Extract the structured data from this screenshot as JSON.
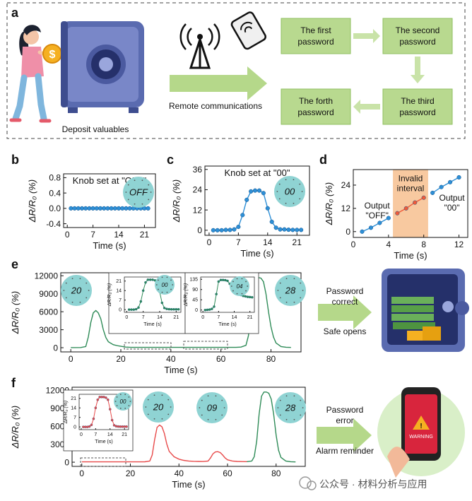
{
  "panel_labels": {
    "a": "a",
    "b": "b",
    "c": "c",
    "d": "d",
    "e": "e",
    "f": "f"
  },
  "panel_a": {
    "caption_deposit": "Deposit valuables",
    "caption_remote": "Remote communications",
    "coin_symbol": "$",
    "steps": [
      {
        "line1": "The first",
        "line2": "password"
      },
      {
        "line1": "The second",
        "line2": "password"
      },
      {
        "line1": "The third",
        "line2": "password"
      },
      {
        "line1": "The forth",
        "line2": "password"
      }
    ],
    "colors": {
      "step_fill": "#b8d98f",
      "arrow": "#b5d88a",
      "safe": "#6b7bbf",
      "border": "#444444"
    }
  },
  "ylabel_text": "ΔR/R₀ (%)",
  "xlabel_text": "Time (s)",
  "knob_readouts": {
    "c": "00",
    "d_left": "OFF",
    "d_right": "00",
    "e1": "20",
    "e2": "00",
    "e3": "04",
    "e4": "28",
    "f1": "00",
    "f2": "20",
    "f3": "09",
    "f4": "28"
  },
  "panel_e": {
    "label_top": "Password",
    "label_mid": "correct",
    "label_bottom": "Safe opens"
  },
  "panel_f": {
    "label_top": "Password",
    "label_mid": "error",
    "label_bottom": "Alarm reminder",
    "warning": "WARNING"
  },
  "watermark": "公众号 · 材料分析与应用",
  "chart_data": [
    {
      "id": "b",
      "type": "scatter",
      "title": "Knob set at \"OFF\"",
      "xlabel": "Time (s)",
      "ylabel": "ΔR/R₀ (%)",
      "xlim": [
        -1,
        24
      ],
      "ylim": [
        -0.5,
        0.9
      ],
      "xticks": [
        0,
        7,
        14,
        21
      ],
      "yticks": [
        -0.4,
        0.0,
        0.4,
        0.8
      ],
      "ytick_labels": [
        "-0.4",
        "0.0",
        "0.4",
        "0.8"
      ],
      "color": "#2e8fd6",
      "series": [
        {
          "x": [
            1,
            2,
            3,
            4,
            5,
            6,
            7,
            8,
            9,
            10,
            11,
            12,
            13,
            14,
            15,
            16,
            17,
            18,
            19,
            20,
            21,
            22
          ],
          "y": [
            0,
            0,
            0,
            0,
            0,
            0,
            0,
            0,
            0,
            0,
            0,
            0,
            0,
            0,
            0,
            0,
            0,
            0,
            0,
            0,
            0,
            0
          ]
        }
      ]
    },
    {
      "id": "c",
      "type": "line",
      "title": "Knob set at \"00\"",
      "xlabel": "Time (s)",
      "ylabel": "ΔR/R₀ (%)",
      "xlim": [
        -1,
        24
      ],
      "ylim": [
        -3,
        38
      ],
      "xticks": [
        0,
        7,
        14,
        21
      ],
      "yticks": [
        0,
        12,
        24,
        36
      ],
      "ytick_labels": [
        "0",
        "12",
        "24",
        "36"
      ],
      "color": "#2e8fd6",
      "series": [
        {
          "x": [
            1,
            2,
            3,
            4,
            5,
            6,
            7,
            8,
            9,
            10,
            11,
            12,
            13,
            14,
            15,
            16,
            17,
            18,
            19,
            20,
            21,
            22
          ],
          "y": [
            0,
            0,
            0,
            0.2,
            0.2,
            0.5,
            2,
            9,
            18,
            23,
            23.5,
            23.5,
            22,
            13,
            5,
            1.5,
            0.5,
            0.5,
            0.3,
            0.2,
            0.2,
            0.2
          ]
        }
      ]
    },
    {
      "id": "d",
      "type": "line",
      "xlabel": "Time (s)",
      "ylabel": "ΔR/R₀ (%)",
      "xlim": [
        0,
        13
      ],
      "ylim": [
        -3,
        32
      ],
      "xticks": [
        0,
        4,
        8,
        12
      ],
      "yticks": [
        0,
        12,
        24
      ],
      "ytick_labels": [
        "0",
        "12",
        "24"
      ],
      "shade": {
        "x0": 4.5,
        "x1": 8.5,
        "color": "#f8c9a0"
      },
      "annotations": [
        {
          "lines": [
            "Output",
            "\"OFF\""
          ],
          "x": 2.7,
          "y": 12
        },
        {
          "lines": [
            "Invalid",
            "interval"
          ],
          "x": 6.5,
          "y": 26
        },
        {
          "lines": [
            "Output",
            "\"00\""
          ],
          "x": 11.2,
          "y": 16
        }
      ],
      "series": [
        {
          "x": [
            1,
            2,
            3,
            4
          ],
          "y": [
            0,
            2,
            4.5,
            7
          ],
          "color": "#2e8fd6"
        },
        {
          "x": [
            5,
            6,
            7,
            8
          ],
          "y": [
            9.5,
            12,
            15,
            17.5
          ],
          "color": "#f05a3a"
        },
        {
          "x": [
            9,
            10,
            11,
            12
          ],
          "y": [
            20,
            23,
            25.5,
            28
          ],
          "color": "#2e8fd6"
        }
      ]
    },
    {
      "id": "e",
      "type": "line",
      "xlabel": "Time (s)",
      "ylabel": "ΔR/R₀ (%)",
      "xlim": [
        -4,
        92
      ],
      "ylim": [
        -700,
        12500
      ],
      "xticks": [
        0,
        20,
        40,
        60,
        80
      ],
      "yticks": [
        0,
        3000,
        6000,
        9000,
        12000
      ],
      "ytick_labels": [
        "0",
        "3000",
        "6000",
        "9000",
        "12000"
      ],
      "series": [
        {
          "color": "#2e8b57",
          "x": [
            0,
            4,
            6,
            7,
            8,
            9,
            10,
            11,
            12,
            13,
            14,
            15,
            17,
            19,
            22,
            24,
            26,
            28,
            30,
            32,
            34,
            36,
            38,
            40,
            42,
            44,
            46,
            48,
            50,
            52,
            54,
            56,
            58,
            60,
            62,
            64,
            66,
            68,
            70,
            71,
            72,
            73,
            74,
            75,
            76,
            77,
            78,
            79,
            80,
            81,
            82,
            84,
            86,
            88
          ],
          "y": [
            20,
            30,
            200,
            1800,
            4200,
            5800,
            6200,
            5800,
            4800,
            3000,
            1700,
            1000,
            500,
            300,
            100,
            60,
            50,
            50,
            55,
            60,
            60,
            55,
            50,
            50,
            50,
            55,
            60,
            60,
            55,
            50,
            50,
            50,
            50,
            50,
            50,
            50,
            60,
            100,
            400,
            2000,
            6000,
            10500,
            11600,
            11700,
            11600,
            11000,
            9000,
            6000,
            3500,
            1800,
            800,
            200,
            80,
            40
          ]
        }
      ]
    },
    {
      "id": "e_inset1",
      "type": "line",
      "xlabel": "Time (s)",
      "ylabel": "ΔR/R₀ (%)",
      "xlim": [
        -1,
        23
      ],
      "ylim": [
        -2,
        24
      ],
      "xticks": [
        0,
        7,
        14,
        21
      ],
      "yticks": [
        0,
        7,
        14,
        21
      ],
      "ytick_labels": [
        "0",
        "7",
        "14",
        "21"
      ],
      "series": [
        {
          "color": "#2e8b57",
          "x": [
            1,
            2,
            3,
            4,
            5,
            6,
            7,
            8,
            9,
            10,
            11,
            12,
            13,
            14,
            15,
            16,
            17,
            18,
            19,
            20,
            21,
            22
          ],
          "y": [
            0,
            0,
            0,
            0.3,
            1.5,
            6,
            14,
            20,
            22,
            22,
            22,
            21.5,
            20,
            13,
            5,
            1.2,
            0.5,
            0.3,
            0.2,
            0.2,
            0.2,
            0.2
          ]
        }
      ]
    },
    {
      "id": "e_inset2",
      "type": "line",
      "xlabel": "Time (s)",
      "ylabel": "ΔR/R₀ (%)",
      "xlim": [
        -1,
        23
      ],
      "ylim": [
        -10,
        145
      ],
      "xticks": [
        0,
        7,
        14,
        21
      ],
      "yticks": [
        0,
        45,
        90,
        135
      ],
      "ytick_labels": [
        "0",
        "45",
        "90",
        "135"
      ],
      "series": [
        {
          "color": "#2e8b57",
          "x": [
            1,
            2,
            3,
            4,
            5,
            6,
            7,
            8,
            9,
            10,
            11,
            12,
            13,
            14,
            15,
            16,
            17,
            18,
            19,
            20,
            21,
            22
          ],
          "y": [
            0,
            1,
            2,
            5,
            15,
            70,
            125,
            132,
            132,
            131,
            128,
            115,
            100,
            90,
            80,
            72,
            66,
            62,
            60,
            58,
            57,
            56
          ]
        }
      ]
    },
    {
      "id": "f",
      "type": "line",
      "xlabel": "Time (s)",
      "ylabel": "ΔR/R₀ (%)",
      "xlim": [
        -4,
        92
      ],
      "ylim": [
        -700,
        12500
      ],
      "xticks": [
        0,
        20,
        40,
        60,
        80
      ],
      "yticks": [
        0,
        3000,
        6000,
        9000,
        12000
      ],
      "ytick_labels": [
        "0",
        "3000",
        "6000",
        "9000",
        "12000"
      ],
      "series": [
        {
          "color": "#e84a4a",
          "x": [
            0,
            5,
            10,
            15,
            20,
            24,
            26,
            28,
            29,
            30,
            31,
            32,
            33,
            34,
            35,
            36,
            38,
            40,
            42,
            44,
            46,
            48,
            50,
            52,
            53,
            54,
            55,
            56,
            57,
            58,
            59,
            60,
            62,
            64,
            66,
            68
          ],
          "y": [
            60,
            60,
            60,
            60,
            60,
            60,
            70,
            200,
            1200,
            3800,
            5800,
            6200,
            5900,
            4800,
            3000,
            1800,
            900,
            500,
            300,
            200,
            150,
            120,
            110,
            200,
            700,
            1400,
            1700,
            1750,
            1600,
            1200,
            700,
            400,
            200,
            120,
            100,
            90
          ]
        },
        {
          "color": "#2e8b57",
          "x": [
            68,
            70,
            71,
            72,
            73,
            74,
            75,
            76,
            77,
            78,
            79,
            80,
            81,
            82,
            84,
            86,
            88
          ],
          "y": [
            90,
            200,
            900,
            3500,
            8000,
            11000,
            11700,
            11700,
            11500,
            10500,
            8000,
            4500,
            2000,
            800,
            200,
            80,
            40
          ]
        }
      ]
    },
    {
      "id": "f_inset",
      "type": "line",
      "xlabel": "Time (s)",
      "ylabel": "ΔR/R₀ (%)",
      "xlim": [
        -1,
        23
      ],
      "ylim": [
        -2,
        24
      ],
      "xticks": [
        0,
        7,
        14,
        21
      ],
      "yticks": [
        0,
        7,
        14,
        21
      ],
      "ytick_labels": [
        "0",
        "7",
        "14",
        "21"
      ],
      "series": [
        {
          "color": "#e84a4a",
          "x": [
            1,
            2,
            3,
            4,
            5,
            6,
            7,
            8,
            9,
            10,
            11,
            12,
            13,
            14,
            15,
            16,
            17,
            18,
            19,
            20,
            21,
            22
          ],
          "y": [
            0,
            0,
            0,
            0.3,
            1.5,
            6,
            14,
            20,
            22,
            22,
            22,
            21.5,
            20,
            13,
            5,
            1.2,
            0.5,
            0.3,
            0.2,
            0.2,
            0.2,
            0.2
          ]
        }
      ]
    }
  ]
}
